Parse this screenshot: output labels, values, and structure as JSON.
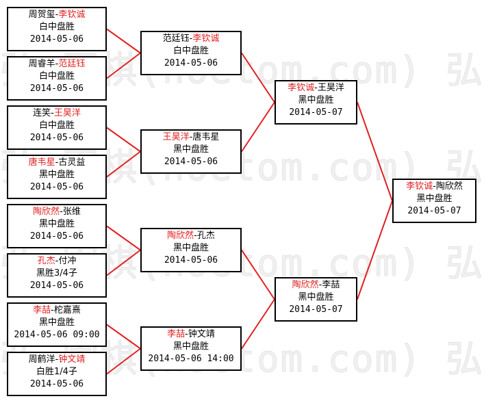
{
  "watermark": "弘 围棋(hoetom.com) 弘",
  "rounds": [
    {
      "matches": [
        {
          "player1": "周贺玺",
          "player2": "李钦诚",
          "winner": 2,
          "result": "白中盘胜",
          "date": "2014-05-06"
        },
        {
          "player1": "周睿羊",
          "player2": "范廷钰",
          "winner": 2,
          "result": "白中盘胜",
          "date": "2014-05-06"
        },
        {
          "player1": "连笑",
          "player2": "王昊洋",
          "winner": 2,
          "result": "白中盘胜",
          "date": "2014-05-06"
        },
        {
          "player1": "唐韦星",
          "player2": "古灵益",
          "winner": 1,
          "result": "黑中盘胜",
          "date": "2014-05-06"
        },
        {
          "player1": "陶欣然",
          "player2": "张维",
          "winner": 1,
          "result": "黑中盘胜",
          "date": "2014-05-06"
        },
        {
          "player1": "孔杰",
          "player2": "付冲",
          "winner": 1,
          "result": "黑胜3/4子",
          "date": "2014-05-06"
        },
        {
          "player1": "李喆",
          "player2": "柁嘉熹",
          "winner": 1,
          "result": "黑中盘胜",
          "date": "2014-05-06 09:00"
        },
        {
          "player1": "周鹤洋",
          "player2": "钟文靖",
          "winner": 2,
          "result": "白胜1/4子",
          "date": "2014-05-06"
        }
      ]
    },
    {
      "matches": [
        {
          "player1": "范廷钰",
          "player2": "李钦诚",
          "winner": 2,
          "result": "白中盘胜",
          "date": "2014-05-06"
        },
        {
          "player1": "王昊洋",
          "player2": "唐韦星",
          "winner": 1,
          "result": "黑中盘胜",
          "date": "2014-05-06"
        },
        {
          "player1": "陶欣然",
          "player2": "孔杰",
          "winner": 1,
          "result": "黑中盘胜",
          "date": "2014-05-06"
        },
        {
          "player1": "李喆",
          "player2": "钟文靖",
          "winner": 1,
          "result": "黑中盘胜",
          "date": "2014-05-06 14:00"
        }
      ]
    },
    {
      "matches": [
        {
          "player1": "李钦诚",
          "player2": "王昊洋",
          "winner": 1,
          "result": "黑中盘胜",
          "date": "2014-05-07"
        },
        {
          "player1": "陶欣然",
          "player2": "李喆",
          "winner": 1,
          "result": "黑中盘胜",
          "date": "2014-05-07"
        }
      ]
    },
    {
      "matches": [
        {
          "player1": "李钦诚",
          "player2": "陶欣然",
          "winner": 1,
          "result": "黑中盘胜",
          "date": "2014-05-07"
        }
      ]
    }
  ],
  "colors": {
    "winner": "#e02020",
    "connector": "#e02020",
    "border": "#000000",
    "text": "#000000"
  }
}
